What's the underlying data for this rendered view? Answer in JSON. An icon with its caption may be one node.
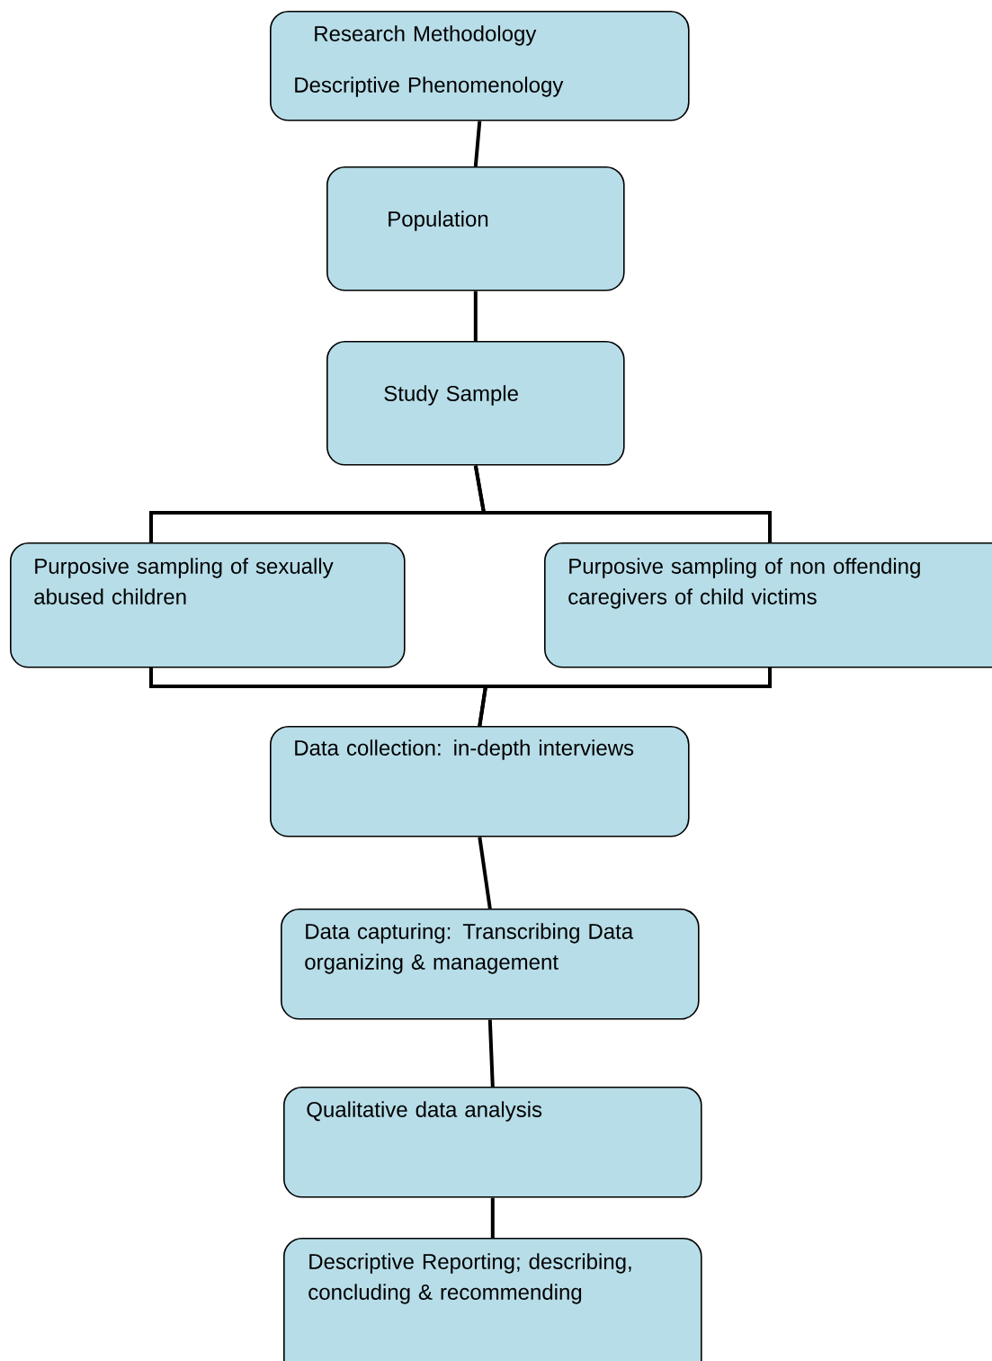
{
  "diagram": {
    "nodes": [
      {
        "text": [
          "Research Methodology",
          "Descriptive Phenomenology"
        ]
      },
      {
        "text": [
          "Population"
        ]
      },
      {
        "text": [
          "Study Sample"
        ]
      },
      {
        "text": [
          "Purposive sampling of sexually abused children"
        ]
      },
      {
        "text": [
          "Purposive sampling of non offending caregivers of child victims"
        ]
      },
      {
        "text": [
          "Data collection: in-depth interviews"
        ]
      },
      {
        "text": [
          "Data capturing: Transcribing Data organizing & management"
        ]
      },
      {
        "text": [
          "Qualitative data analysis"
        ]
      },
      {
        "text": [
          "Descriptive Reporting; describing, concluding & recommending"
        ]
      }
    ],
    "edges": [
      {
        "from": 0,
        "to": 1,
        "arrow": "none"
      },
      {
        "from": 1,
        "to": 2,
        "arrow": "none"
      },
      {
        "from": 2,
        "to": 3,
        "arrow": "none"
      },
      {
        "from": 2,
        "to": 4,
        "arrow": "none"
      },
      {
        "from": 3,
        "to": 5,
        "arrow": "none"
      },
      {
        "from": 4,
        "to": 5,
        "arrow": "none"
      },
      {
        "from": 5,
        "to": 6,
        "arrow": "none"
      },
      {
        "from": 6,
        "to": 7,
        "arrow": "none"
      },
      {
        "from": 7,
        "to": 8,
        "arrow": "none"
      }
    ]
  }
}
